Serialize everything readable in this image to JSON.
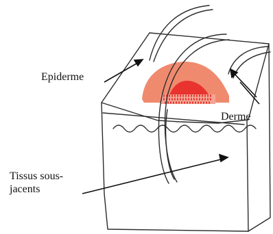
{
  "labels": {
    "epiderme": "Epiderme",
    "derme": "Derme",
    "tissus_line1": "Tissus sous-",
    "tissus_line2": "jacents"
  },
  "colors": {
    "outline": "#2b2b2b",
    "lesion_outer": "#f08a6e",
    "lesion_inner": "#e8332e",
    "background": "#ffffff"
  }
}
